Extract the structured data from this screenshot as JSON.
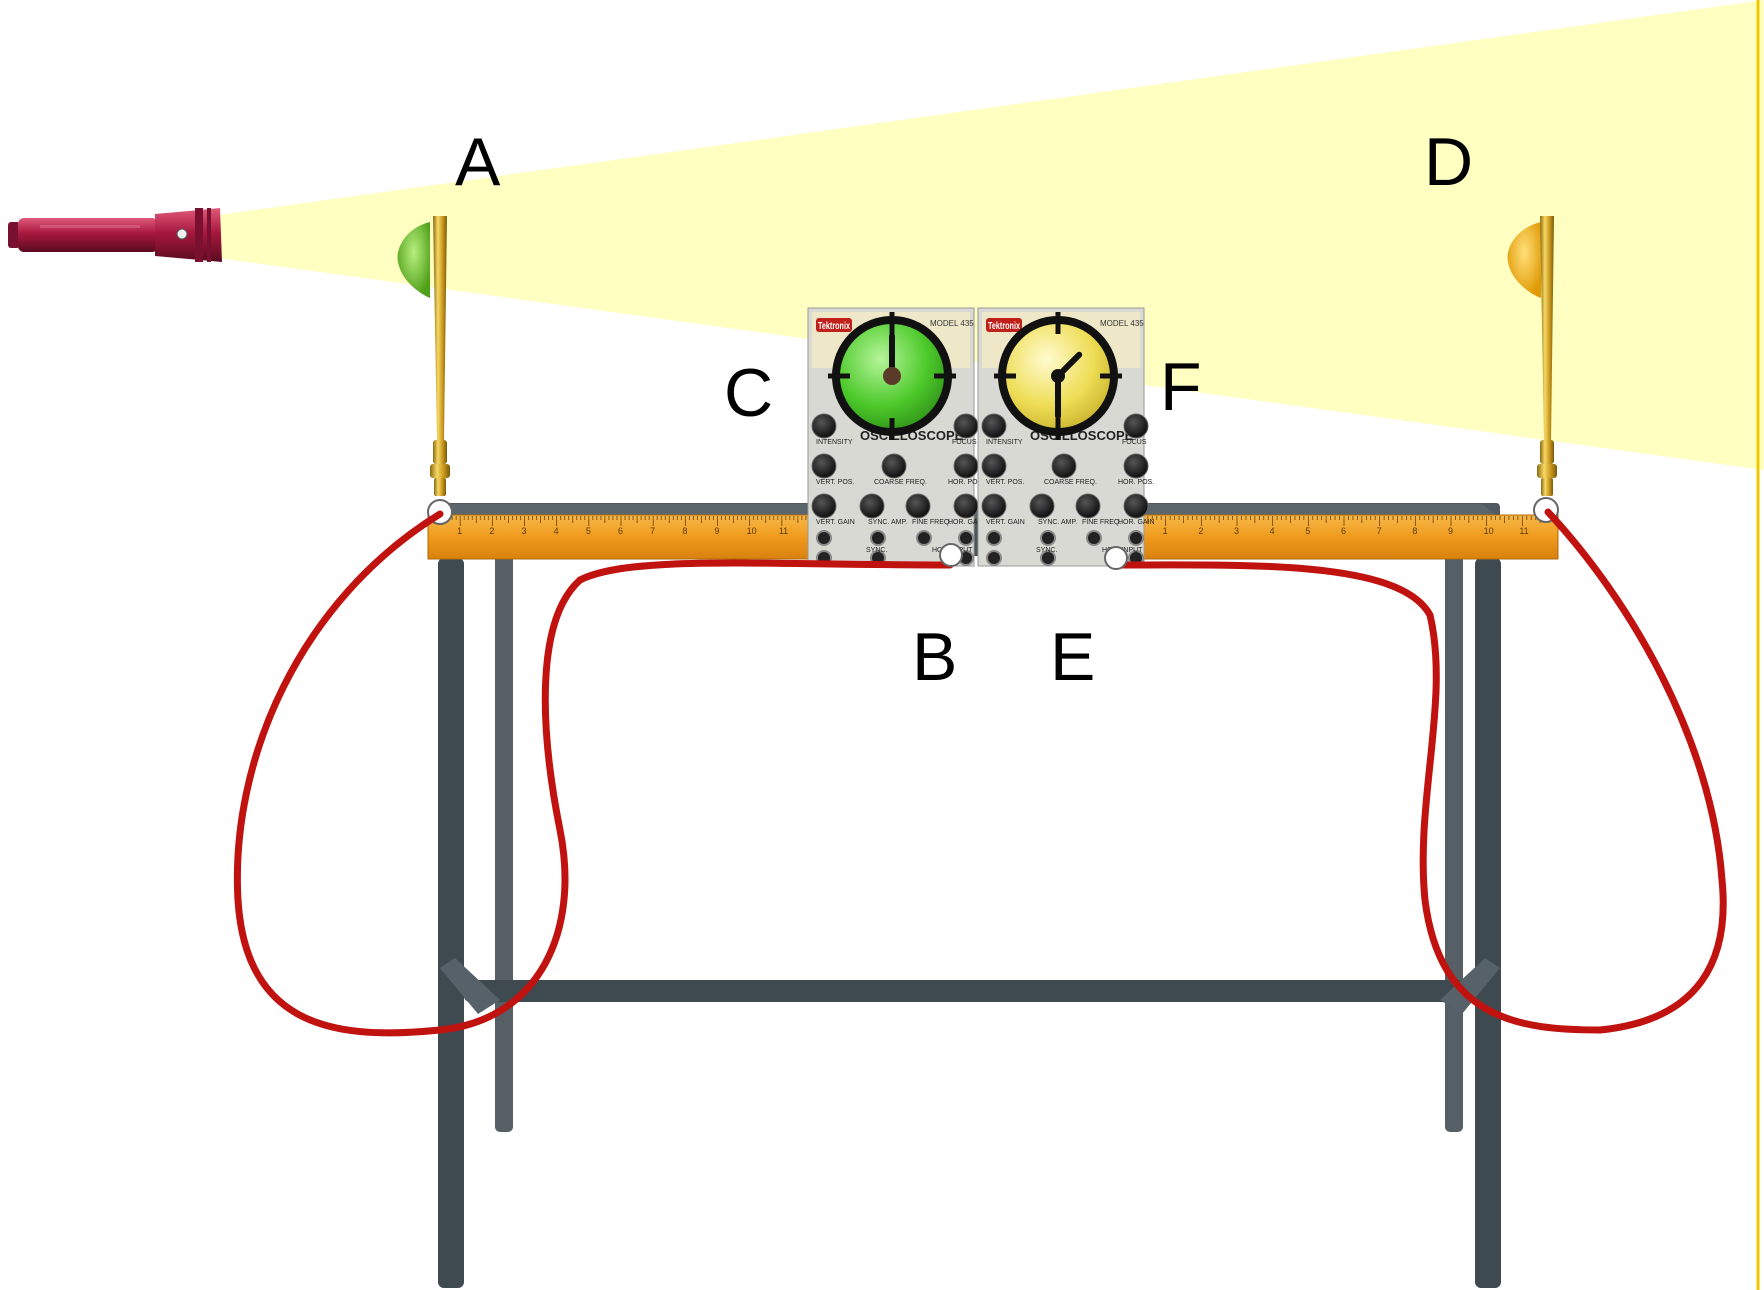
{
  "labels": {
    "a": "A",
    "b": "B",
    "c": "C",
    "d": "D",
    "e": "E",
    "f": "F"
  },
  "oscilloscopes": {
    "brand": "Tektronix",
    "model": "MODEL 435",
    "name": "OSCILLOSCOPE",
    "knob_labels": [
      "INTENSITY",
      "FOCUS",
      "VERT. POS.",
      "HOR. POS.",
      "COARSE FREQ.",
      "VERT. GAIN",
      "SYNC. AMP.",
      "FINE FREQ.",
      "HOR. GAIN",
      "SYNC.",
      "HOR. INPUT"
    ]
  },
  "clocks": {
    "left": {
      "hour": 12,
      "minute": 0,
      "face_color": "#4cc92a"
    },
    "right": {
      "hour": 1,
      "minute": 30,
      "face_color": "#eedd55"
    }
  },
  "ruler": {
    "left_ticks": [
      "1",
      "2",
      "3",
      "4",
      "5",
      "6",
      "7",
      "8",
      "9",
      "10",
      "11"
    ],
    "right_ticks": [
      "1",
      "2",
      "3",
      "4",
      "5",
      "6",
      "7",
      "8",
      "9",
      "10",
      "11"
    ]
  },
  "colors": {
    "light_beam": "#ffffbe",
    "cable": "#c0120f",
    "sensor_a": "#6ac22d",
    "sensor_d": "#f2b21a",
    "flashlight": "#a8183e",
    "antenna": "#d9a526",
    "ruler": "#f0a21e",
    "table": "#3f4a50"
  }
}
